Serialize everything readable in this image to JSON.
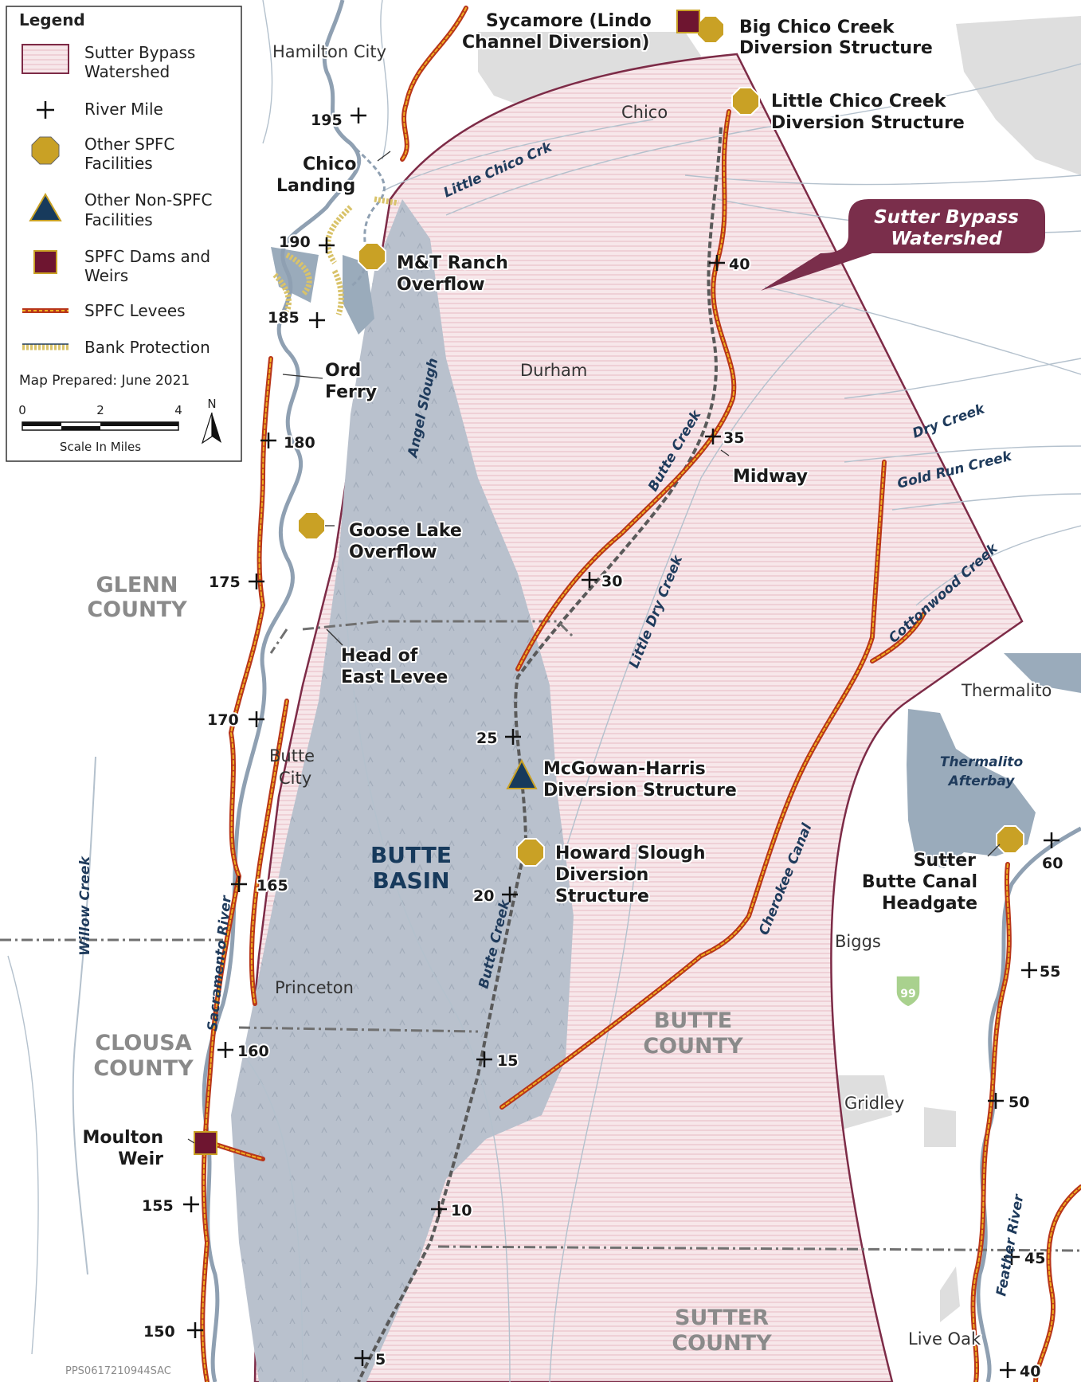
{
  "legend": {
    "title": "Legend",
    "items": [
      {
        "label_1": "Sutter Bypass",
        "label_2": "Watershed"
      },
      {
        "label_1": "River Mile",
        "label_2": ""
      },
      {
        "label_1": "Other SPFC",
        "label_2": "Facilities"
      },
      {
        "label_1": "Other Non-SPFC",
        "label_2": "Facilities"
      },
      {
        "label_1": "SPFC Dams and",
        "label_2": "Weirs"
      },
      {
        "label_1": "SPFC Levees",
        "label_2": ""
      },
      {
        "label_1": "Bank Protection",
        "label_2": ""
      }
    ],
    "prepared": "Map Prepared: June 2021",
    "scale": {
      "t0": "0",
      "t1": "2",
      "t2": "4",
      "caption": "Scale In Miles"
    },
    "north": "N"
  },
  "callout": {
    "line1": "Sutter Bypass",
    "line2": "Watershed"
  },
  "facilities": {
    "sycamore": {
      "line1": "Sycamore (Lindo",
      "line2": "Channel Diversion)"
    },
    "big_chico": {
      "line1": "Big Chico Creek",
      "line2": "Diversion Structure"
    },
    "little_chico": {
      "line1": "Little Chico Creek",
      "line2": "Diversion Structure"
    },
    "chico_landing": {
      "line1": "Chico",
      "line2": "Landing"
    },
    "mt_ranch": {
      "line1": "M&T Ranch",
      "line2": "Overflow"
    },
    "ord_ferry": {
      "line1": "Ord",
      "line2": "Ferry"
    },
    "goose_lake": {
      "line1": "Goose Lake",
      "line2": "Overflow"
    },
    "head_east_levee": {
      "line1": "Head of",
      "line2": "East Levee"
    },
    "mcgowan": {
      "line1": "McGowan-Harris",
      "line2": "Diversion Structure"
    },
    "howard": {
      "line1": "Howard Slough",
      "line2": "Diversion",
      "line3": "Structure"
    },
    "sutter_butte": {
      "line1": "Sutter",
      "line2": "Butte Canal",
      "line3": "Headgate"
    },
    "moulton": {
      "line1": "Moulton",
      "line2": "Weir"
    },
    "midway": "Midway"
  },
  "towns": {
    "hamilton_city": "Hamilton City",
    "chico": "Chico",
    "durham": "Durham",
    "butte_city_1": "Butte",
    "butte_city_2": "City",
    "princeton": "Princeton",
    "thermalito": "Thermalito",
    "biggs": "Biggs",
    "gridley": "Gridley",
    "live_oak": "Live Oak"
  },
  "counties": {
    "glenn_1": "GLENN",
    "glenn_2": "COUNTY",
    "colusa_1": "CLOUSA",
    "colusa_2": "COUNTY",
    "butte_1": "BUTTE",
    "butte_2": "COUNTY",
    "sutter_1": "SUTTER",
    "sutter_2": "COUNTY"
  },
  "basin": {
    "line1": "BUTTE",
    "line2": "BASIN"
  },
  "waterways": {
    "little_chico_crk": "Little Chico Crk",
    "angel_slough": "Angel Slough",
    "butte_creek": "Butte Creek",
    "dry_creek": "Dry Creek",
    "gold_run_creek": "Gold Run Creek",
    "little_dry_creek": "Little Dry Creek",
    "cottonwood_creek": "Cottonwood Creek",
    "cherokee_canal": "Cherokee Canal",
    "thermalito_1": "Thermalito",
    "thermalito_2": "Afterbay",
    "willow_creek": "Willow Creek",
    "sacramento_river": "Sacramento River",
    "feather_river": "Feather River"
  },
  "highway": "99",
  "river_miles": {
    "sac": [
      "195",
      "190",
      "185",
      "180",
      "175",
      "170",
      "165",
      "160",
      "155",
      "150"
    ],
    "butte": [
      "40",
      "35",
      "30",
      "25",
      "20",
      "15",
      "10",
      "5"
    ],
    "feather": [
      "60",
      "55",
      "50",
      "45",
      "40"
    ]
  },
  "doc_id": "PPS0617210944SAC",
  "colors": {
    "watershed_fill": "#f5e3e6",
    "watershed_border": "#7d2b47",
    "basin": "#b9c1cd",
    "water": "#9aabbb",
    "levee": "#b8361a",
    "levee_core": "#f0b020",
    "bank": "#d9c36a",
    "spfc_facility": "#c9a125",
    "dam": "#6e1530",
    "non_spfc": "#173a5c",
    "callout": "#7a2e4b",
    "urban": "#dedede"
  }
}
